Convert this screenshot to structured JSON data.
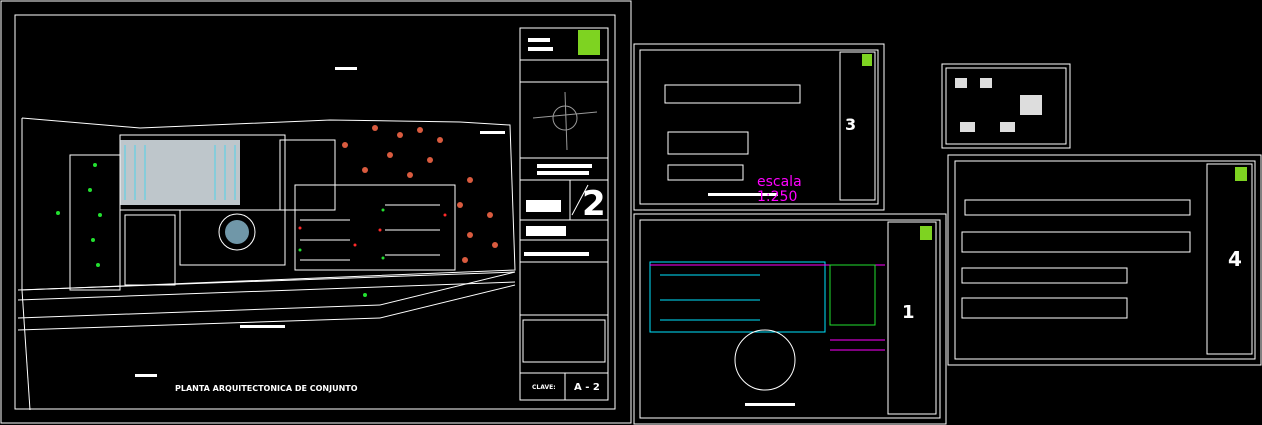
{
  "colors": {
    "background": "#000000",
    "lines": "#ffffff",
    "accent_green": "#7ed321",
    "magenta": "#ff00ff",
    "cyan": "#00e5ff",
    "trees": "#ff6b4a"
  },
  "sheet_main": {
    "title": "PLANTA ARQUITECTONICA DE CONJUNTO",
    "sheet_number": "2",
    "clave_label": "CLAVE:",
    "clave_value": "A - 2"
  },
  "sheet_sections": {
    "sheet_number": "3",
    "scale_label": "escala",
    "scale_value": "1:250"
  },
  "sheet_plan": {
    "sheet_number": "1"
  },
  "sheet_elevations": {
    "sheet_number": "4"
  }
}
